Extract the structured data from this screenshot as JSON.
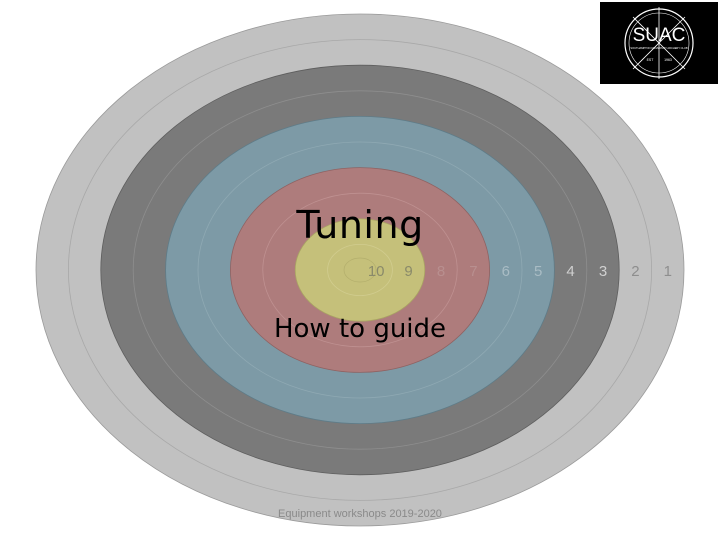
{
  "slide": {
    "title": "Tuning",
    "subtitle": "How to guide",
    "footer": "Equipment workshops 2019-2020"
  },
  "logo": {
    "name": "SUAC",
    "tagline": "SOUTHAMPTON UNIVERSITY ARCHERY CLUB",
    "left_mark": "EST",
    "right_mark": "1963"
  },
  "target": {
    "ring_labels": [
      "10",
      "9",
      "8",
      "7",
      "6",
      "5",
      "4",
      "3",
      "2",
      "1"
    ],
    "colors": {
      "white": "#c1c1c1",
      "black": "#7a7a7a",
      "blue": "#7d9aa6",
      "red": "#ae7c7c",
      "gold": "#c5c07a"
    }
  }
}
